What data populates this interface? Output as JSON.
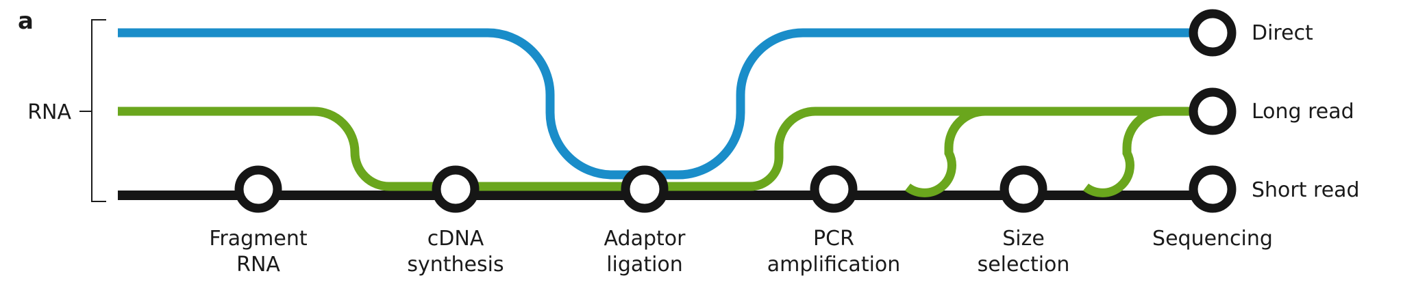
{
  "panel_label": "a",
  "source_label": "RNA",
  "colors": {
    "direct": "#1a8dc9",
    "long_read": "#6aa61d",
    "short_read": "#161616",
    "node_fill": "#ffffff",
    "node_stroke": "#161616"
  },
  "tracks": [
    {
      "key": "direct",
      "name": "Direct"
    },
    {
      "key": "long_read",
      "name": "Long read"
    },
    {
      "key": "short_read",
      "name": "Short read"
    }
  ],
  "steps": [
    {
      "line1": "Fragment",
      "line2": "RNA"
    },
    {
      "line1": "cDNA",
      "line2": "synthesis"
    },
    {
      "line1": "Adaptor",
      "line2": "ligation"
    },
    {
      "line1": "PCR",
      "line2": "amplification"
    },
    {
      "line1": "Size",
      "line2": "selection"
    },
    {
      "line1": "Sequencing",
      "line2": ""
    }
  ]
}
